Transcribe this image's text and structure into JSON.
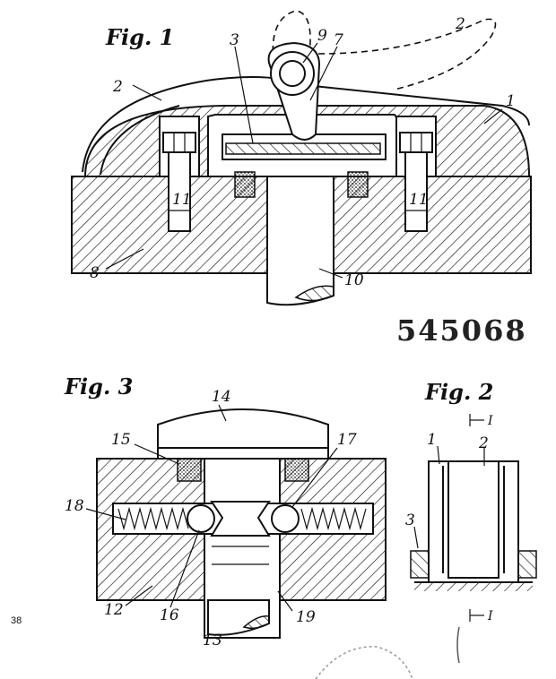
{
  "figures": {
    "fig1": {
      "title": "Fig. 1",
      "labels": [
        "1",
        "2",
        "2",
        "3",
        "7",
        "8",
        "9",
        "10",
        "11",
        "11"
      ]
    },
    "fig2": {
      "title": "Fig. 2",
      "labels": [
        "1",
        "2",
        "3"
      ],
      "section_marks": [
        "I",
        "I"
      ]
    },
    "fig3": {
      "title": "Fig. 3",
      "labels": [
        "12",
        "13",
        "14",
        "15",
        "16",
        "17",
        "18",
        "19"
      ]
    }
  },
  "patent_number": "545068",
  "page_number": "38",
  "colors": {
    "ink": "#111111",
    "paper": "#ffffff"
  }
}
